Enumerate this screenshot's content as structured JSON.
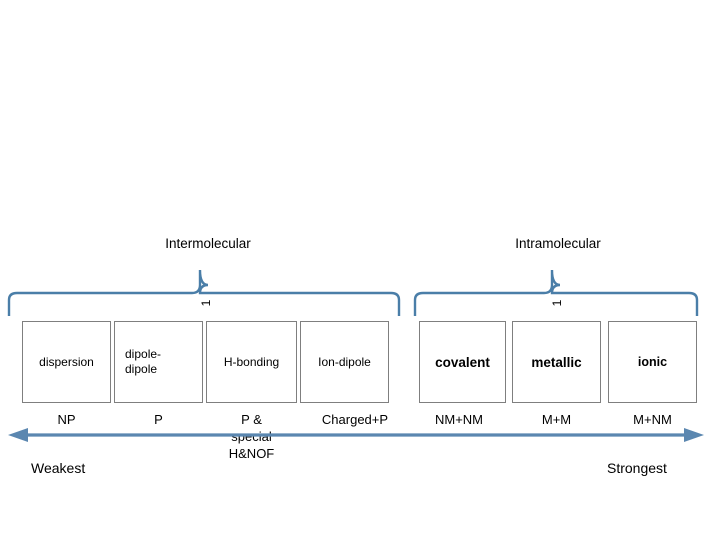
{
  "diagram": {
    "groups": [
      {
        "id": "intermolecular",
        "heading": "Intermolecular",
        "tick": "1"
      },
      {
        "id": "intramolecular",
        "heading": "Intramolecular",
        "tick": "1"
      }
    ],
    "forces": [
      {
        "name": "dispersion",
        "composition": "NP"
      },
      {
        "name": "dipole-\ndipole",
        "composition": "P"
      },
      {
        "name": "H-bonding",
        "composition": "P &\nspecial\nH&NOF"
      },
      {
        "name": "Ion-dipole",
        "composition": "Charged+P"
      },
      {
        "name": "covalent",
        "composition": "NM+NM"
      },
      {
        "name": "metallic",
        "composition": "M+M"
      },
      {
        "name": "ionic",
        "composition": "M+NM"
      }
    ],
    "scale": {
      "weakest": "Weakest",
      "strongest": "Strongest",
      "arrow": "double-headed-arrow"
    },
    "colors": {
      "brace": "#4A7EA8",
      "arrow": "#5B87B0",
      "box_border": "#7F7F7F",
      "text": "#000000",
      "background": "#FFFFFF"
    }
  }
}
